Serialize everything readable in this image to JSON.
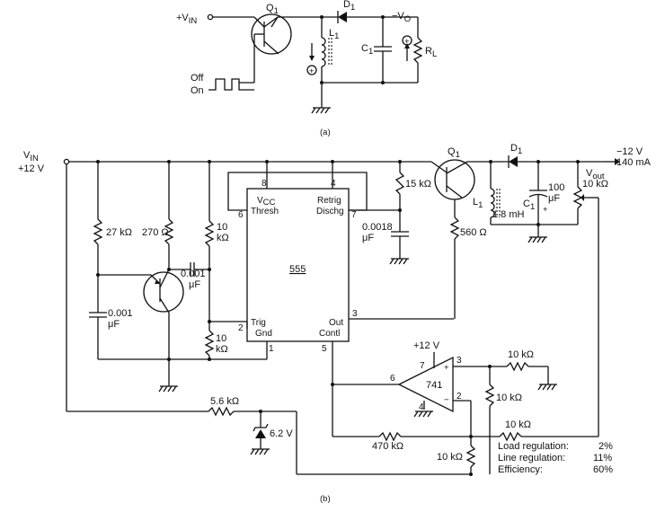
{
  "fig_a": {
    "vin": "+V",
    "vin_sub": "IN",
    "q1": "Q",
    "q1_sub": "1",
    "d1": "D",
    "d1_sub": "1",
    "vo": "−V",
    "vo_sub": "O",
    "l1": "L",
    "l1_sub": "1",
    "c1": "C",
    "c1_sub": "1",
    "rl": "R",
    "rl_sub": "L",
    "off": "Off",
    "on": "On",
    "caption": "(a)"
  },
  "fig_b": {
    "vin": "V",
    "vin_sub": "IN",
    "vin_value": "+12 V",
    "r27k": "27 kΩ",
    "r270": "270 Ω",
    "r10k_a_1": "10",
    "r10k_a_2": "kΩ",
    "c0001_top_1": "0.001",
    "c0001_top_2": "μF",
    "c0001_left_1": "0.001",
    "c0001_left_2": "μF",
    "r10k_b_1": "10",
    "r10k_b_2": "kΩ",
    "ic_name": "555",
    "ic_vcc": "V",
    "ic_vcc_sub": "CC",
    "ic_thresh": "Thresh",
    "ic_retrig": "Retrig",
    "ic_dischg": "Dischg",
    "ic_trig": "Trig",
    "ic_gnd": "Gnd",
    "ic_out": "Out",
    "ic_contl": "Contl",
    "pin8": "8",
    "pin4": "4",
    "pin6": "6",
    "pin7": "7",
    "pin2": "2",
    "pin3": "3",
    "pin1": "1",
    "pin5": "5",
    "r15k": "15 kΩ",
    "c0018_1": "0.0018",
    "c0018_2": "μF",
    "r560": "560 Ω",
    "q1": "Q",
    "q1_sub": "1",
    "d1": "D",
    "d1_sub": "1",
    "l1": "L",
    "l1_sub": "1",
    "l1_value": "1.8 mH",
    "c1": "C",
    "c1_sub": "1",
    "c100_1": "100",
    "c100_2": "μF",
    "vout": "V",
    "vout_sub": "out",
    "pot10k": "10 kΩ",
    "out_v": "−12 V",
    "out_i": "140 mA",
    "opamp": "741",
    "opamp_vcc": "+12 V",
    "op_pin7": "7",
    "op_pin6": "6",
    "op_pin4": "4",
    "op_pin3": "3",
    "op_pin2": "2",
    "r10k_c": "10 kΩ",
    "r10k_d": "10 kΩ",
    "r10k_e": "10 kΩ",
    "r10k_f": "10 kΩ",
    "r470k": "470 kΩ",
    "r5k6": "5.6 kΩ",
    "zener": "6.2 V",
    "spec_load": "Load regulation:",
    "spec_load_v": "2%",
    "spec_line": "Line regulation:",
    "spec_line_v": "11%",
    "spec_eff": "Efficiency:",
    "spec_eff_v": "60%",
    "caption": "(b)"
  }
}
